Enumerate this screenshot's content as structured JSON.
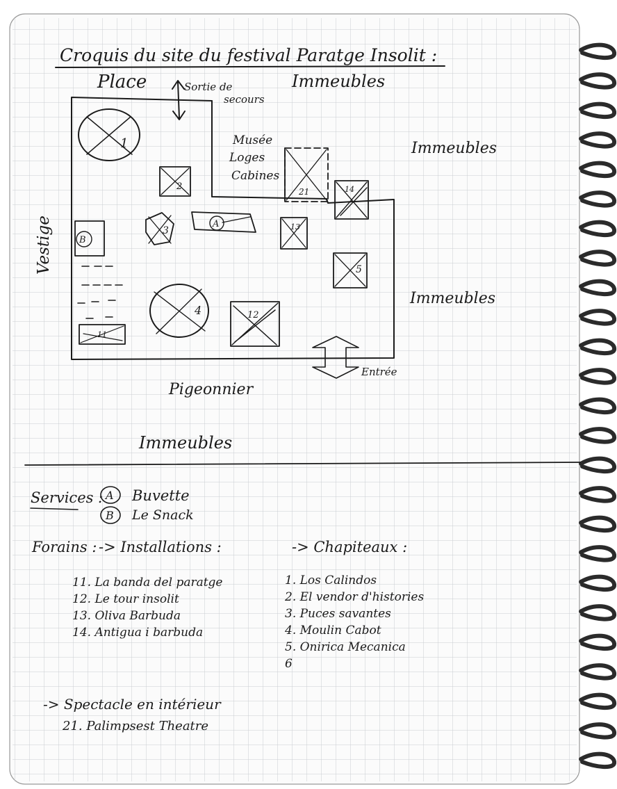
{
  "title": "Croquis du site du festival Paratge Insolit :",
  "map": {
    "labels": {
      "place": "Place",
      "sortie_line1": "Sortie de",
      "sortie_line2": "secours",
      "immeubles_top": "Immeubles",
      "immeubles_right_upper": "Immeubles",
      "immeubles_right_lower": "Immeubles",
      "immeubles_bottom": "Immeubles",
      "vestige": "Vestige",
      "musee_line1": "Musée",
      "musee_line2": "Loges",
      "musee_line3": "Cabines",
      "pigeonnier": "Pigeonnier",
      "entree": "Entrée"
    },
    "markers": {
      "m1": "1",
      "m2": "2",
      "m3": "3",
      "m4": "4",
      "m5": "5",
      "m11": "11",
      "m12": "12",
      "m13": "13",
      "m14": "14",
      "m21": "21",
      "mA": "A",
      "mB": "B"
    }
  },
  "services": {
    "heading": "Services :",
    "items": [
      {
        "key": "A",
        "label": "Buvette"
      },
      {
        "key": "B",
        "label": "Le Snack"
      }
    ]
  },
  "forains": {
    "heading": "Forains :",
    "installations_heading": "-> Installations :",
    "installations": [
      "11. La banda del paratge",
      "12. Le tour insolit",
      "13. Oliva Barbuda",
      "14. Antigua i barbuda"
    ],
    "chapiteaux_heading": "-> Chapiteaux :",
    "chapiteaux": [
      "1. Los Calindos",
      "2. El vendor d'histories",
      "3. Puces savantes",
      "4. Moulin Cabot",
      "5. Onirica Mecanica",
      "6"
    ]
  },
  "spectacle": {
    "heading": "-> Spectacle en intérieur",
    "items": [
      "21. Palimpsest Theatre"
    ]
  },
  "colors": {
    "ink": "#1a1a1a",
    "grid": "#c9cdd2",
    "paper": "#ffffff",
    "spiral": "#2b2b2b"
  }
}
